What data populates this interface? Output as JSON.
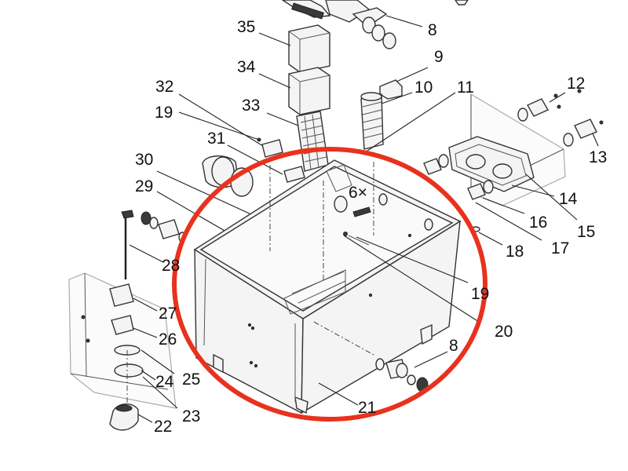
{
  "diagram": {
    "highlight_color": "#e8321e",
    "labels": [
      {
        "id": "8a",
        "text": "8"
      },
      {
        "id": "35",
        "text": "35"
      },
      {
        "id": "34",
        "text": "34"
      },
      {
        "id": "9",
        "text": "9"
      },
      {
        "id": "10",
        "text": "10"
      },
      {
        "id": "11",
        "text": "11"
      },
      {
        "id": "12",
        "text": "12"
      },
      {
        "id": "32",
        "text": "32"
      },
      {
        "id": "33",
        "text": "33"
      },
      {
        "id": "19a",
        "text": "19"
      },
      {
        "id": "31",
        "text": "31"
      },
      {
        "id": "13",
        "text": "13"
      },
      {
        "id": "30",
        "text": "30"
      },
      {
        "id": "6x",
        "text": "6×"
      },
      {
        "id": "14",
        "text": "14"
      },
      {
        "id": "29",
        "text": "29"
      },
      {
        "id": "16",
        "text": "16"
      },
      {
        "id": "15",
        "text": "15"
      },
      {
        "id": "17",
        "text": "17"
      },
      {
        "id": "18",
        "text": "18"
      },
      {
        "id": "28",
        "text": "28"
      },
      {
        "id": "19b",
        "text": "19"
      },
      {
        "id": "27",
        "text": "27"
      },
      {
        "id": "26",
        "text": "26"
      },
      {
        "id": "20",
        "text": "20"
      },
      {
        "id": "8b",
        "text": "8"
      },
      {
        "id": "25",
        "text": "25"
      },
      {
        "id": "24",
        "text": "24"
      },
      {
        "id": "23",
        "text": "23"
      },
      {
        "id": "21",
        "text": "21"
      },
      {
        "id": "22",
        "text": "22"
      }
    ]
  }
}
